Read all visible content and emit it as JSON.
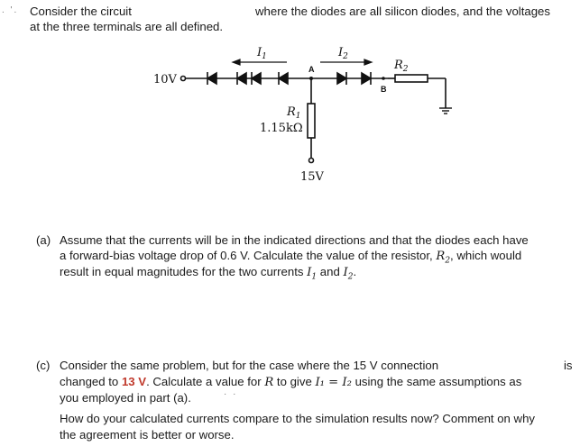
{
  "header": {
    "line1_left": "Consider the circuit",
    "line1_right": "where the diodes are all silicon diodes, and the voltages",
    "line2": "at the three terminals are all defined."
  },
  "circuit": {
    "source_voltage": "10V",
    "node_a": "A",
    "node_b": "B",
    "current_1": "I",
    "current_1_sub": "1",
    "current_2": "I",
    "current_2_sub": "2",
    "resistor_1": "R",
    "resistor_1_sub": "1",
    "resistor_1_value": "1.15kΩ",
    "resistor_2": "R",
    "resistor_2_sub": "2",
    "bottom_voltage": "15V"
  },
  "part_a": {
    "marker": "(a)",
    "line1": "Assume that the currents will be in the indicated directions and that the diodes each have",
    "line2": "a forward-bias voltage drop of 0.6 V. Calculate the value of the resistor,",
    "line2_var": "R",
    "line2_sub": "2",
    "line2_end": ", which would",
    "line3": "result in equal magnitudes for the two currents",
    "line3_var1": "I",
    "line3_sub1": "1",
    "line3_and": "and",
    "line3_var2": "I",
    "line3_sub2": "2",
    "line3_end": "."
  },
  "part_c": {
    "marker": "(c)",
    "line1": "Consider the same problem, but for the case where the 15 V connection",
    "line1_end": "is",
    "line2_start": "changed to",
    "line2_bold": "13 V",
    "line2_mid": ". Calculate a value for",
    "line2_var": "R",
    "line2_mid2": "to give",
    "line2_eq": "I₁ = I₂",
    "line2_end": "using the same assumptions as",
    "line3": "you employed in part (a).",
    "line4": "How do your calculated currents compare to the simulation results now? Comment on why",
    "line5": "the agreement is better or worse."
  },
  "colors": {
    "highlight": "#c0392b"
  }
}
